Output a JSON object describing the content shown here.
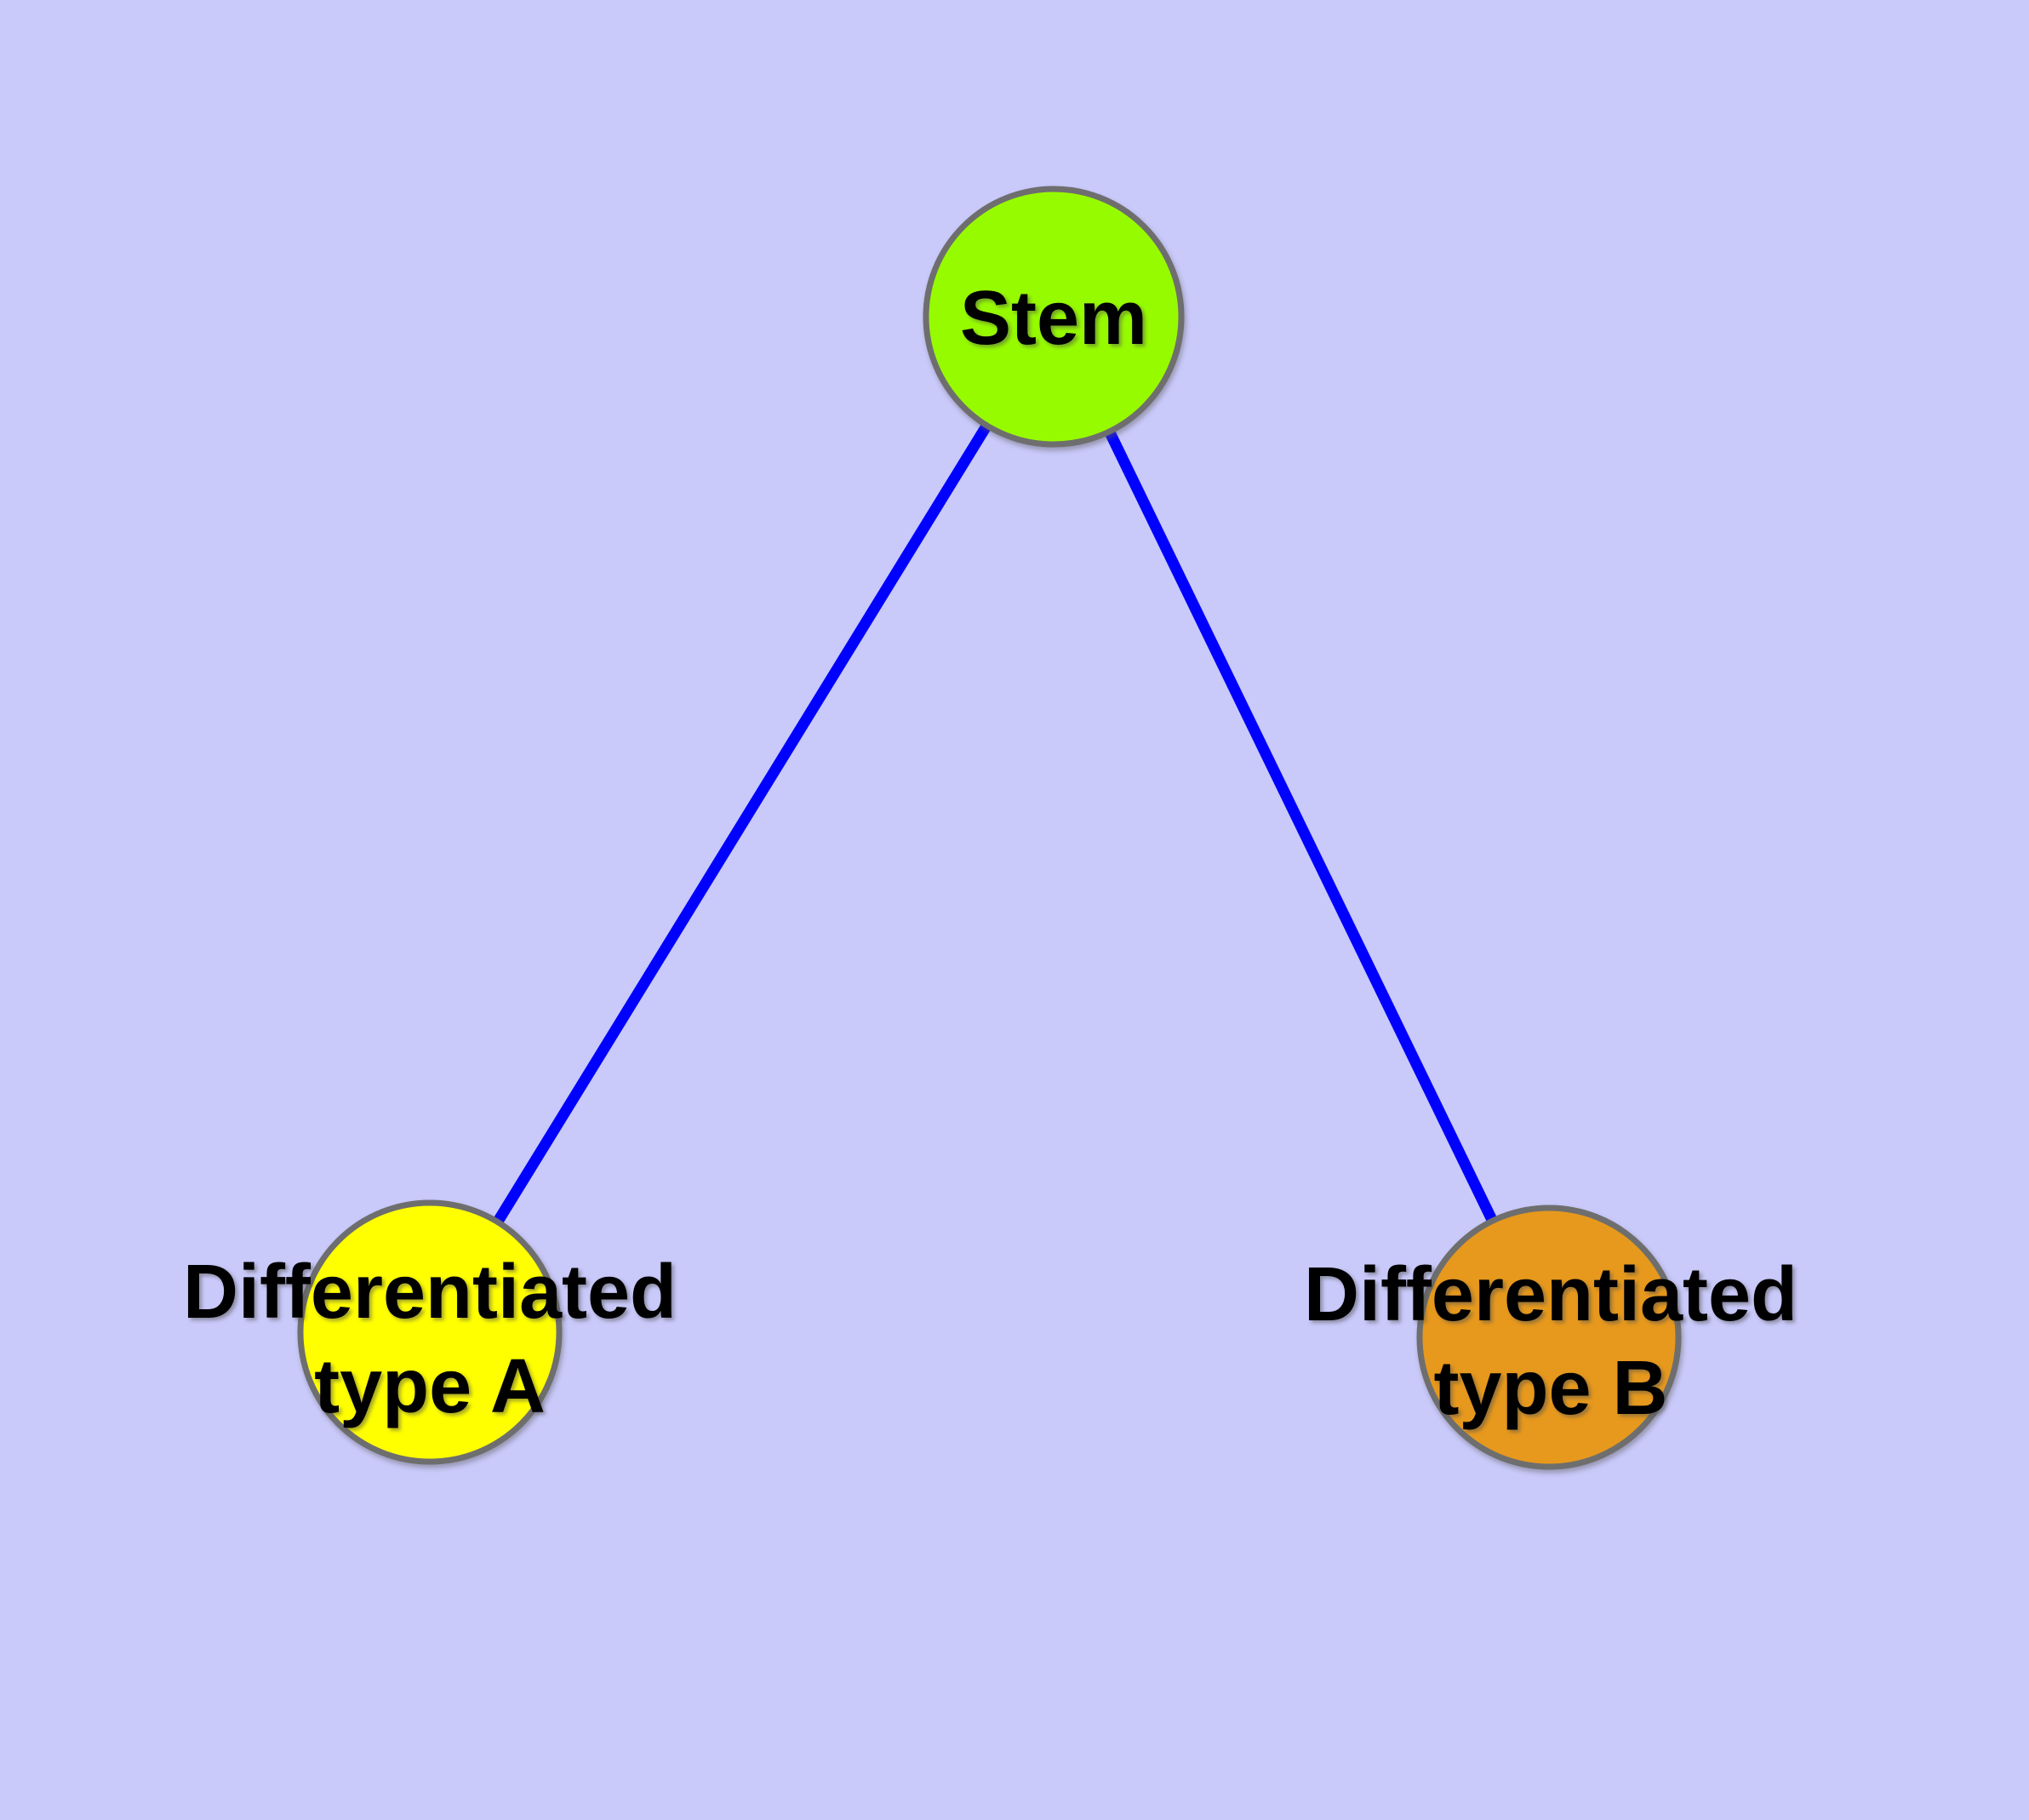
{
  "diagram": {
    "type": "node-link-graph",
    "background_color": "#C9C9FA",
    "edge_color": "#0000FF",
    "node_border_color": "#6E6E6E",
    "text_color": "#000000",
    "nodes": {
      "stem": {
        "label": "Stem",
        "fill": "#97FB00"
      },
      "type_a": {
        "line1": "Differentiated",
        "line2": "type A",
        "fill": "#FFFF00"
      },
      "type_b": {
        "line1": "Differentiated",
        "line2": "type B",
        "fill": "#E7991D"
      }
    },
    "edges": [
      {
        "from": "Stem",
        "to": "Differentiated type A"
      },
      {
        "from": "Stem",
        "to": "Differentiated type B"
      }
    ]
  }
}
